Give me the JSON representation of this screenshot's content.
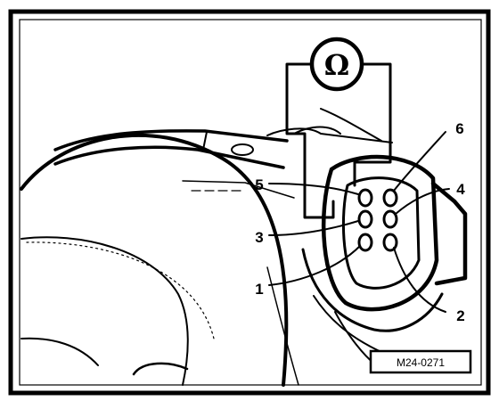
{
  "meter_symbol": "Ω",
  "callouts": {
    "pin_1": "1",
    "pin_2": "2",
    "pin_3": "3",
    "pin_4": "4",
    "pin_5": "5",
    "pin_6": "6"
  },
  "reference_code": "M24-0271"
}
